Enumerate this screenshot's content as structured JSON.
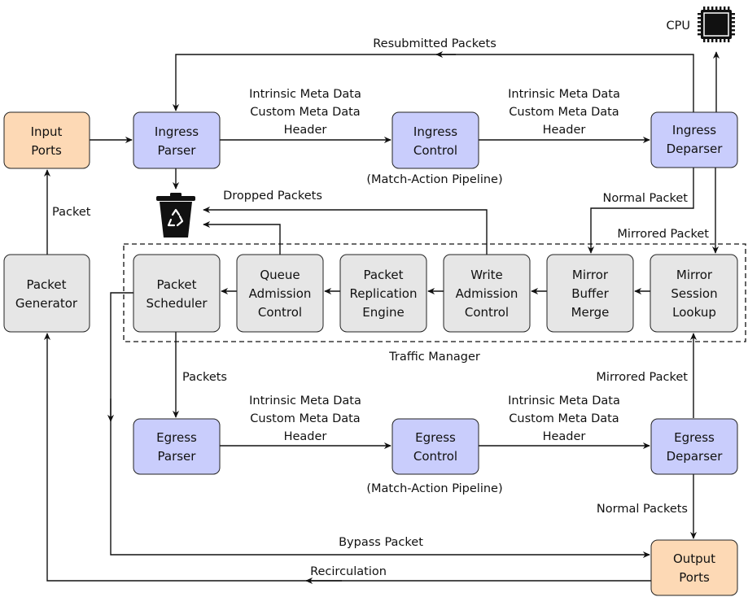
{
  "boxes": {
    "input_ports": [
      "Input",
      "Ports"
    ],
    "packet_generator": [
      "Packet",
      "Generator"
    ],
    "ingress_parser": [
      "Ingress",
      "Parser"
    ],
    "ingress_control": [
      "Ingress",
      "Control"
    ],
    "ingress_deparser": [
      "Ingress",
      "Deparser"
    ],
    "packet_scheduler": [
      "Packet",
      "Scheduler"
    ],
    "queue_admission": [
      "Queue",
      "Admission",
      "Control"
    ],
    "packet_replication": [
      "Packet",
      "Replication",
      "Engine"
    ],
    "write_admission": [
      "Write",
      "Admission",
      "Control"
    ],
    "mirror_buffer": [
      "Mirror",
      "Buffer",
      "Merge"
    ],
    "mirror_session": [
      "Mirror",
      "Session",
      "Lookup"
    ],
    "egress_parser": [
      "Egress",
      "Parser"
    ],
    "egress_control": [
      "Egress",
      "Control"
    ],
    "egress_deparser": [
      "Egress",
      "Deparser"
    ],
    "output_ports": [
      "Output",
      "Ports"
    ]
  },
  "labels": {
    "cpu": "CPU",
    "resubmitted": "Resubmitted Packets",
    "meta_lines": [
      "Intrinsic Meta Data",
      "Custom Meta Data",
      "Header"
    ],
    "match_action": "(Match-Action Pipeline)",
    "packet": "Packet",
    "dropped": "Dropped Packets",
    "normal_packet": "Normal Packet",
    "mirrored_packet": "Mirrored Packet",
    "traffic_manager": "Traffic Manager",
    "packets": "Packets",
    "normal_packets": "Normal Packets",
    "bypass": "Bypass Packet",
    "recirculation": "Recirculation"
  },
  "icons": {
    "cpu": "cpu-chip-icon",
    "trash": "recycle-bin-icon"
  },
  "colors": {
    "pipeline_box": "#c9cdfc",
    "port_box": "#fdd9b5",
    "tm_box": "#e6e6e6"
  }
}
